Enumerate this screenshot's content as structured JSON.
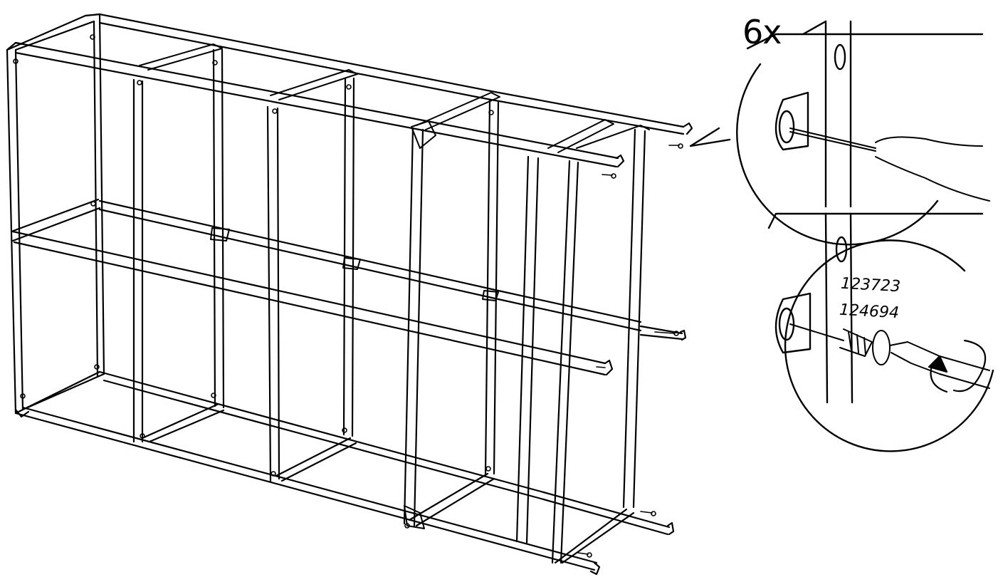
{
  "instruction": {
    "quantity_label": "6x",
    "part_numbers": [
      "123723",
      "124694"
    ]
  },
  "colors": {
    "ink": "#000000",
    "paper": "#ffffff"
  },
  "icons": {
    "tool": "screwdriver-icon",
    "fastener": "screw-icon",
    "direction": "rotate-clockwise-icon"
  }
}
